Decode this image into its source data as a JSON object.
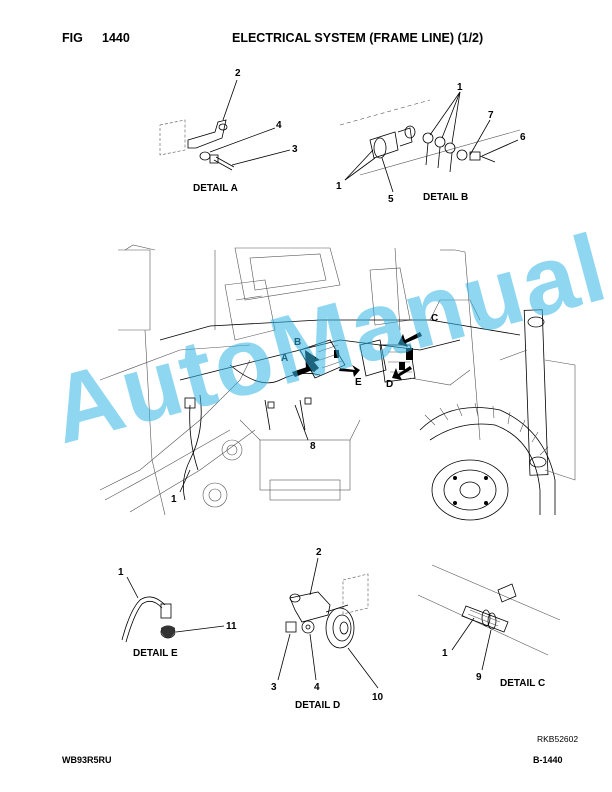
{
  "header": {
    "fig": "FIG",
    "fig_num": "1440",
    "title": "ELECTRICAL SYSTEM (FRAME LINE) (1/2)"
  },
  "footer": {
    "model": "WB93R5RU",
    "page": "B-1440",
    "drawing_id": "RKB52602"
  },
  "details": {
    "a": "DETAIL A",
    "b": "DETAIL B",
    "c": "DETAIL C",
    "d": "DETAIL D",
    "e": "DETAIL E"
  },
  "callouts": {
    "a2": "2",
    "a4": "4",
    "a3": "3",
    "b1_top": "1",
    "b1_left": "1",
    "b5": "5",
    "b7": "7",
    "b6": "6",
    "main_b": "B",
    "main_a": "A",
    "main_c": "C",
    "main_e": "E",
    "main_d": "D",
    "main8": "8",
    "main1": "1",
    "e1": "1",
    "e11": "11",
    "d2": "2",
    "d3": "3",
    "d4": "4",
    "d10": "10",
    "c1": "1",
    "c9": "9"
  },
  "watermark": "AutoManual"
}
